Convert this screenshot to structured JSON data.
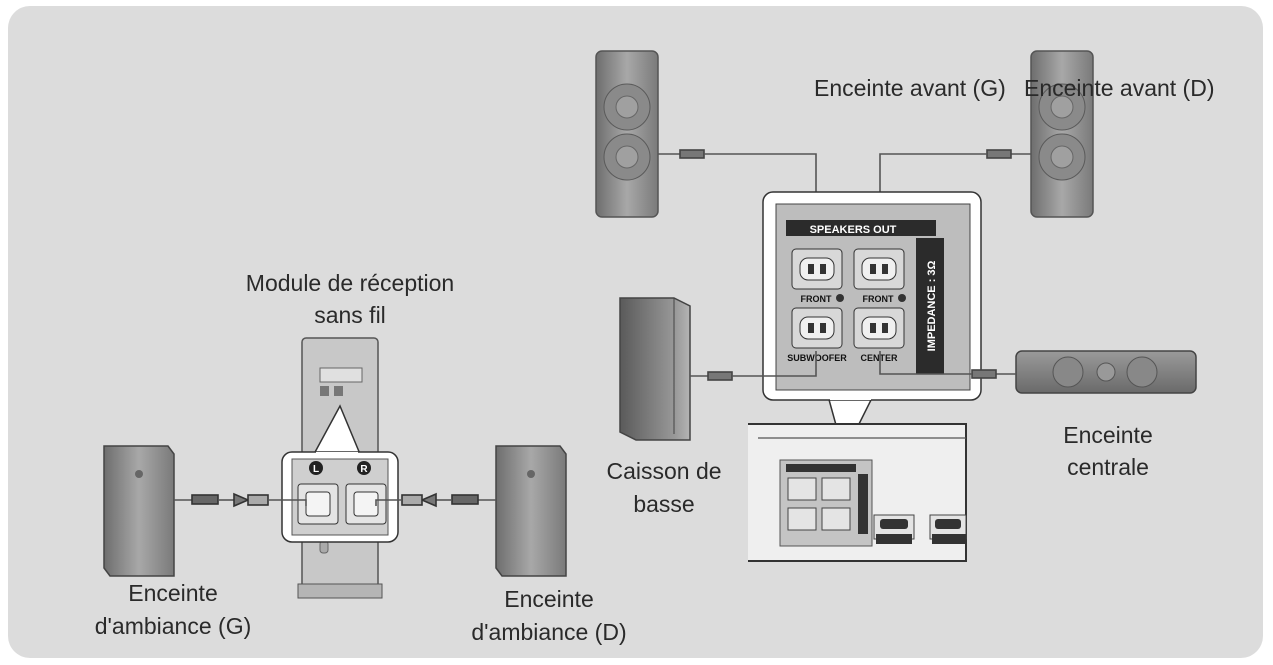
{
  "labels": {
    "front_left": "Enceinte avant (G)",
    "front_right": "Enceinte avant (D)",
    "wireless_module_line1": "Module de réception",
    "wireless_module_line2": "sans fil",
    "subwoofer_line1": "Caisson de",
    "subwoofer_line2": "basse",
    "center_line1": "Enceinte",
    "center_line2": "centrale",
    "surround_left_line1": "Enceinte",
    "surround_left_line2": "d'ambiance (G)",
    "surround_right_line1": "Enceinte",
    "surround_right_line2": "d'ambiance (D)"
  },
  "panel": {
    "header": "SPEAKERS OUT",
    "impedance": "IMPEDANCE : 3Ω",
    "front_left_jack": "FRONT",
    "front_right_jack": "FRONT",
    "subwoofer_jack": "SUBWOOFER",
    "center_jack": "CENTER"
  },
  "module_jacks": {
    "left": "L",
    "right": "R"
  },
  "colors": {
    "background": "#dcdcdc",
    "speaker": "#8f8f8f",
    "wire": "#555555"
  }
}
